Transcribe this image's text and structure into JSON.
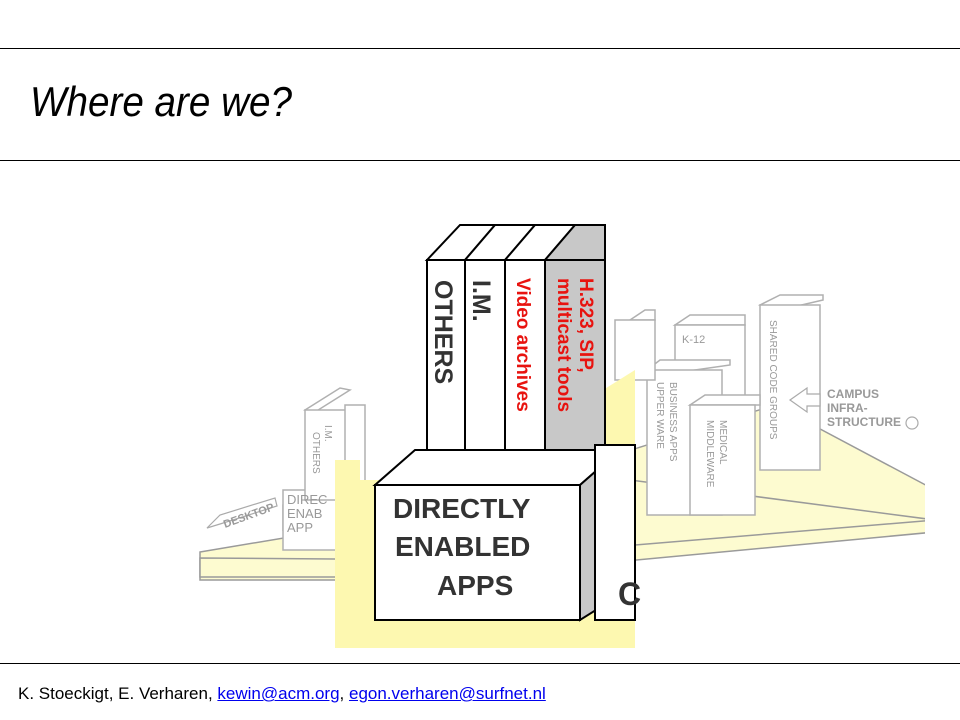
{
  "slide": {
    "title": "Where are we?"
  },
  "figure": {
    "labels": {
      "desktop": "DESKTOP",
      "campus_line1": "CAMPUS",
      "campus_line2": "INFRA-",
      "campus_line3": "STRUCTURE",
      "k12": "K-12",
      "shared_code": "SHARED CODE GROUPS",
      "business_line1": "BUSINESS APPS",
      "business_line2": "UPPER WARE",
      "medical_line1": "MEDICAL",
      "medical_line2": "MIDDLEWARE",
      "small_im": "I.M.",
      "small_others": "OTHERS",
      "small_direc1": "DIREC",
      "small_direc2": "ENAB",
      "small_direc3": "APP",
      "book_others": "OTHERS",
      "book_im": "I.M.",
      "base_line1": "DIRECTLY",
      "base_line2": "ENABLED",
      "base_line3": "APPS",
      "partial_c": "C"
    },
    "annotation": {
      "line1": "H.323, SIP,",
      "line2": "multicast tools",
      "line3": "Video archives"
    },
    "colors": {
      "annotation": "#e8130f",
      "highlight_fill": "#fdf8b0",
      "book_gray": "#c8c8c8"
    }
  },
  "footer": {
    "authors": "K. Stoeckigt, E. Verharen, ",
    "link1": "kewin@acm.org",
    "separator": ", ",
    "link2": "egon.verharen@surfnet.nl"
  }
}
